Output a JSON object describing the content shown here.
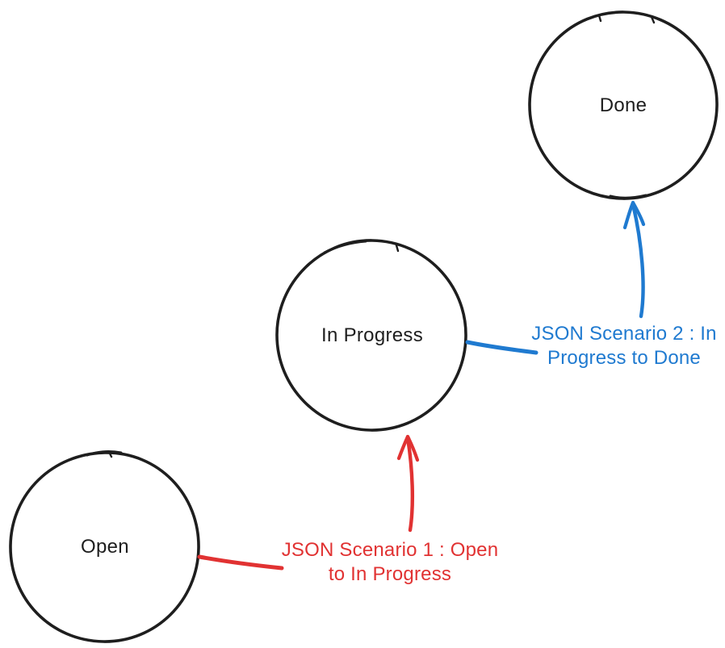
{
  "diagram": {
    "type": "state-diagram",
    "background_color": "#ffffff",
    "ink_color": "#1e1e1e",
    "nodes": [
      {
        "id": "open",
        "label": "Open",
        "shape": "circle"
      },
      {
        "id": "in-progress",
        "label": "In Progress",
        "shape": "circle"
      },
      {
        "id": "done",
        "label": "Done",
        "shape": "circle"
      }
    ],
    "transitions": [
      {
        "id": "scenario-1",
        "color": "#e13232",
        "from": "Open",
        "to": "In Progress",
        "label_line1": "JSON Scenario 1 : Open",
        "label_line2": "to In Progress"
      },
      {
        "id": "scenario-2",
        "color": "#1f7ad0",
        "from": "In Progress",
        "to": "Done",
        "label_line1": "JSON Scenario 2 : In",
        "label_line2": "Progress to Done"
      }
    ]
  }
}
